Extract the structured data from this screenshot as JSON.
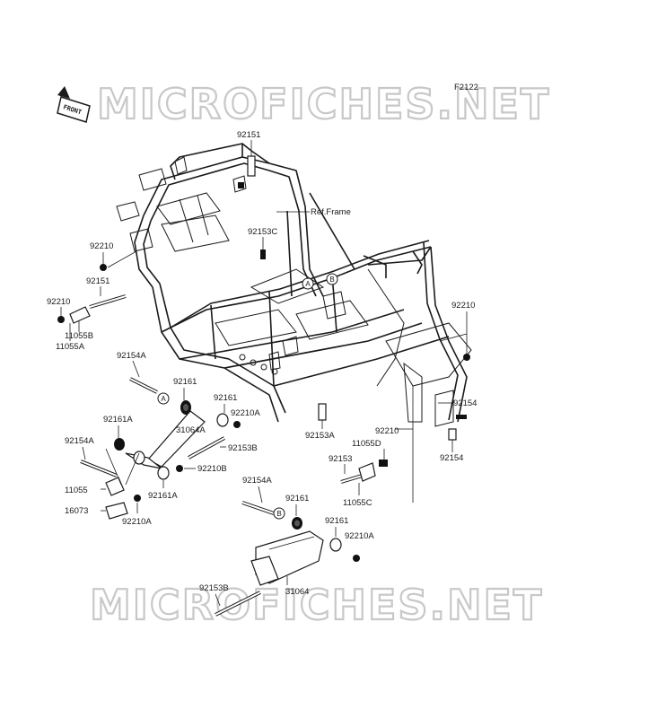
{
  "diagram_id": "F2122",
  "watermark_top": "MICROFICHES.NET",
  "watermark_bottom": "MICROFICHES.NET",
  "front_label": "FRONT",
  "ref_label": "Ref.Frame",
  "callouts": {
    "a1": "A",
    "b1": "B",
    "a2": "A",
    "b2": "B"
  },
  "labels": {
    "p92151_top": "92151",
    "p92153C": "92153C",
    "p92210_l1": "92210",
    "p92151_l": "92151",
    "p92210_l2": "92210",
    "p11055B": "11055B",
    "p11055A": "11055A",
    "p92210_r": "92210",
    "p92154A_1": "92154A",
    "p92161_1": "92161",
    "p92161_2": "92161",
    "p92210A_1": "92210A",
    "p92161A_1": "92161A",
    "p31064A": "31064A",
    "p92153B_1": "92153B",
    "p92154A_2": "92154A",
    "p92210B": "92210B",
    "p11055": "11055",
    "p92161A_2": "92161A",
    "p16073": "16073",
    "p92210A_2": "92210A",
    "p92153A": "92153A",
    "p92210_m": "92210",
    "p11055D": "11055D",
    "p92153": "92153",
    "p11055C": "11055C",
    "p92154_1": "92154",
    "p92154_2": "92154",
    "p92154A_3": "92154A",
    "p92161_3": "92161",
    "p92161_4": "92161",
    "p92210A_3": "92210A",
    "p92153B_2": "92153B",
    "p31064": "31064"
  }
}
